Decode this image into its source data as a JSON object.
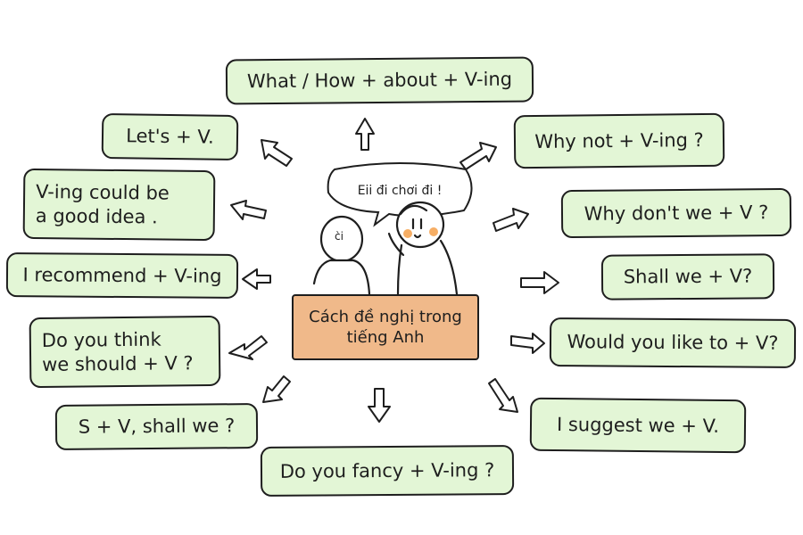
{
  "colors": {
    "box_fill": "#e3f6d6",
    "center_fill": "#f0b98a",
    "cheek": "#f5a04a",
    "ink": "#1e1e1e"
  },
  "center": {
    "label": "Cách đề nghị trong\ntiếng Anh"
  },
  "speech_bubble": {
    "text": "Eii đi chơi đi !"
  },
  "character_label": "c̀i",
  "phrases": [
    {
      "id": "what-how-about",
      "text": "What / How + about + V-ing"
    },
    {
      "id": "lets",
      "text": "Let's + V."
    },
    {
      "id": "why-not",
      "text": "Why not + V-ing ?"
    },
    {
      "id": "ving-good-idea",
      "text": "V-ing could be\na good idea ."
    },
    {
      "id": "why-dont-we",
      "text": "Why don't we + V ?"
    },
    {
      "id": "i-recommend",
      "text": "I recommend + V-ing"
    },
    {
      "id": "shall-we",
      "text": "Shall we + V?"
    },
    {
      "id": "do-you-think",
      "text": "Do you think\nwe should + V ?"
    },
    {
      "id": "would-you-like",
      "text": "Would you like to + V?"
    },
    {
      "id": "sv-shall-we",
      "text": "S + V, shall we ?"
    },
    {
      "id": "i-suggest",
      "text": "I suggest we + V."
    },
    {
      "id": "do-you-fancy",
      "text": "Do you fancy + V-ing ?"
    }
  ]
}
